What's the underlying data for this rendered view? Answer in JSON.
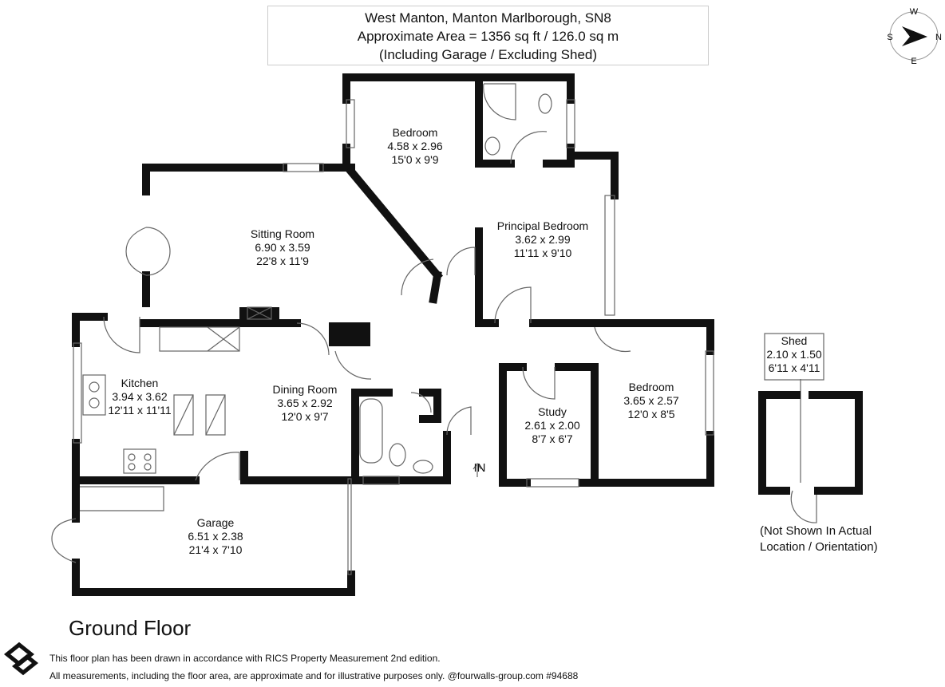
{
  "header": {
    "address": "West Manton, Manton Marlborough, SN8",
    "area": "Approximate Area = 1356 sq ft / 126.0 sq m",
    "note": "(Including Garage / Excluding Shed)"
  },
  "compass": {
    "n": "N",
    "s": "S",
    "e": "E",
    "w": "W"
  },
  "rooms": [
    {
      "name": "Bedroom",
      "metric": "4.58 x 2.96",
      "imperial": "15'0 x 9'9"
    },
    {
      "name": "Sitting Room",
      "metric": "6.90 x 3.59",
      "imperial": "22'8 x 11'9"
    },
    {
      "name": "Principal Bedroom",
      "metric": "3.62 x 2.99",
      "imperial": "11'11 x 9'10"
    },
    {
      "name": "Kitchen",
      "metric": "3.94 x 3.62",
      "imperial": "12'11 x 11'11"
    },
    {
      "name": "Dining Room",
      "metric": "3.65 x 2.92",
      "imperial": "12'0 x 9'7"
    },
    {
      "name": "Study",
      "metric": "2.61 x 2.00",
      "imperial": "8'7 x 6'7"
    },
    {
      "name": "Bedroom",
      "metric": "3.65 x 2.57",
      "imperial": "12'0 x 8'5"
    },
    {
      "name": "Garage",
      "metric": "6.51 x 2.38",
      "imperial": "21'4 x 7'10"
    },
    {
      "name": "Shed",
      "metric": "2.10 x 1.50",
      "imperial": "6'11 x 4'11"
    }
  ],
  "entrance_label": "IN",
  "shed_note": [
    "(Not Shown In Actual",
    "Location / Orientation)"
  ],
  "floor_title": "Ground Floor",
  "footer": {
    "line1": "This floor plan has been drawn in accordance with RICS Property Measurement 2nd edition.",
    "line2": "All measurements, including the floor area, are approximate and for illustrative purposes only. @fourwalls-group.com #94688"
  }
}
